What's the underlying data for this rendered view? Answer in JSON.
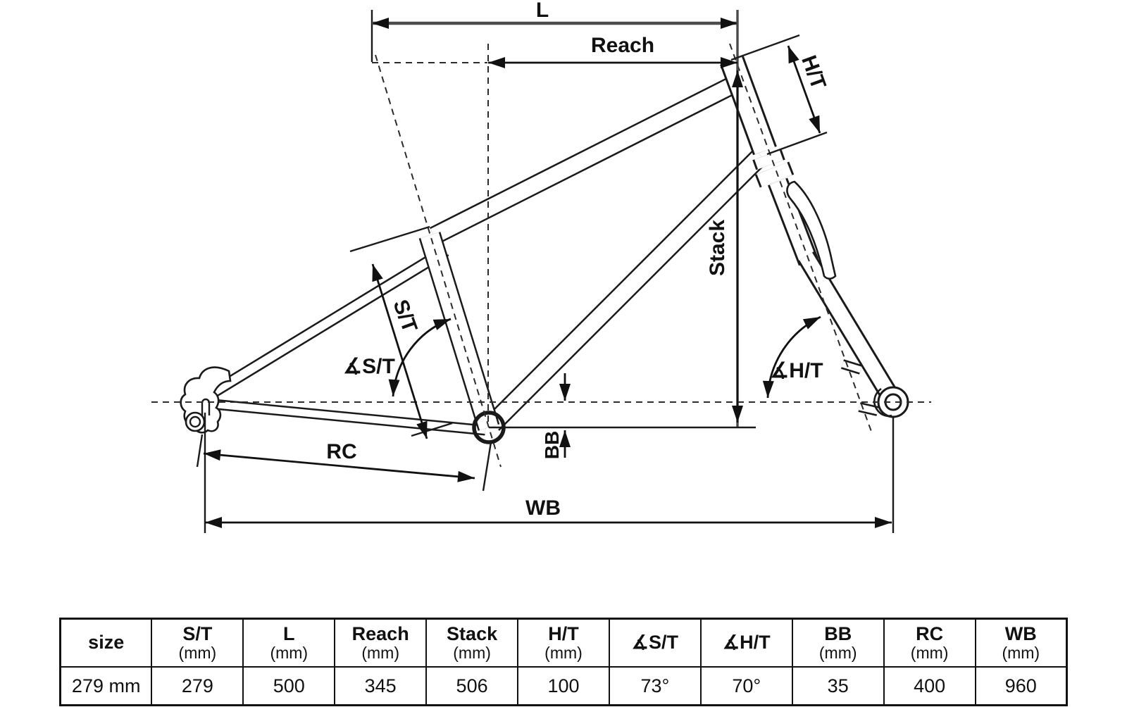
{
  "diagram": {
    "labels": {
      "l": "L",
      "reach": "Reach",
      "ht": "H/T",
      "stack": "Stack",
      "st": "S/T",
      "angle_st": "∡S/T",
      "angle_ht": "∡H/T",
      "bb": "BB",
      "rc": "RC",
      "wb": "WB"
    }
  },
  "table": {
    "columns": [
      {
        "label": "size",
        "unit": ""
      },
      {
        "label": "S/T",
        "unit": "(mm)"
      },
      {
        "label": "L",
        "unit": "(mm)"
      },
      {
        "label": "Reach",
        "unit": "(mm)"
      },
      {
        "label": "Stack",
        "unit": "(mm)"
      },
      {
        "label": "H/T",
        "unit": "(mm)"
      },
      {
        "label": "∡S/T",
        "unit": ""
      },
      {
        "label": "∡H/T",
        "unit": ""
      },
      {
        "label": "BB",
        "unit": "(mm)"
      },
      {
        "label": "RC",
        "unit": "(mm)"
      },
      {
        "label": "WB",
        "unit": "(mm)"
      }
    ],
    "rows": [
      [
        "279 mm",
        "279",
        "500",
        "345",
        "506",
        "100",
        "73°",
        "70°",
        "35",
        "400",
        "960"
      ]
    ]
  },
  "colors": {
    "ink": "#1a1a1a",
    "background": "#ffffff"
  }
}
